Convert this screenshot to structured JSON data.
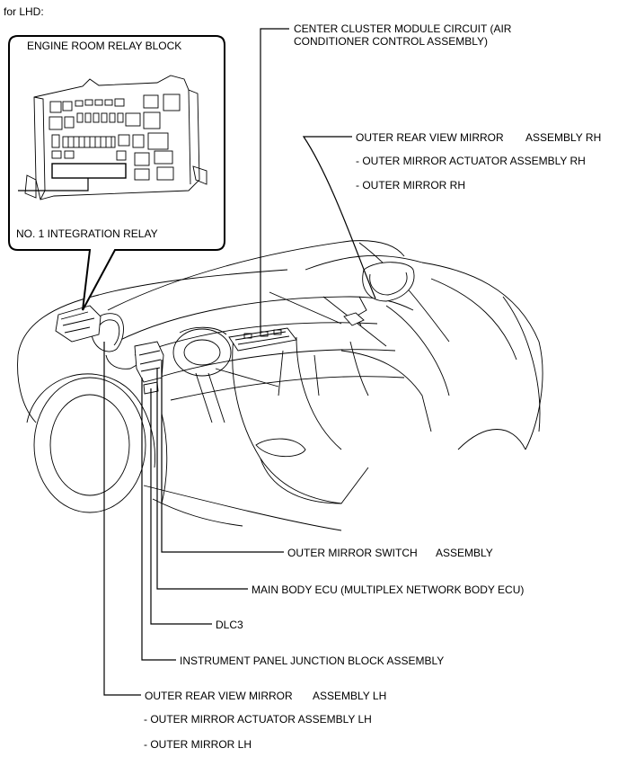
{
  "title": "for LHD:",
  "inset": {
    "title": "ENGINE ROOM RELAY BLOCK",
    "relay_label": "NO. 1 INTEGRATION RELAY"
  },
  "callouts": {
    "center_cluster_line1": "CENTER CLUSTER MODULE CIRCUIT (AIR",
    "center_cluster_line2": "CONDITIONER CONTROL ASSEMBLY)",
    "rh_mirror_main": "OUTER REAR VIEW MIRROR",
    "rh_mirror_assy": "ASSEMBLY RH",
    "rh_actuator": "- OUTER MIRROR ACTUATOR ASSEMBLY RH",
    "rh_mirror_sub": "- OUTER MIRROR RH",
    "mirror_switch": "OUTER MIRROR SWITCH",
    "mirror_switch_assy": "ASSEMBLY",
    "main_body_ecu": "MAIN BODY ECU (MULTIPLEX NETWORK BODY ECU)",
    "dlc3": "DLC3",
    "junction_block": "INSTRUMENT PANEL JUNCTION BLOCK ASSEMBLY",
    "lh_mirror_main": "OUTER REAR VIEW MIRROR",
    "lh_mirror_assy": "ASSEMBLY LH",
    "lh_actuator": "- OUTER MIRROR ACTUATOR ASSEMBLY LH",
    "lh_mirror_sub": "- OUTER MIRROR LH"
  }
}
